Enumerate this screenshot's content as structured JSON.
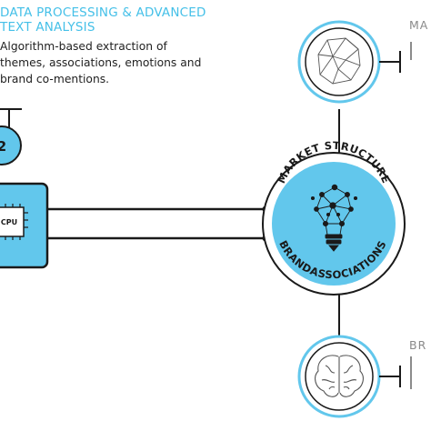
{
  "header": {
    "title_line1": "DATA PROCESSING & ADVANCED",
    "title_line2": "TEXT ANALYSIS",
    "description_lines": [
      "Algorithm-based extraction of",
      "themes, associations, emotions and",
      "brand co-mentions."
    ]
  },
  "left_node": {
    "number": "2",
    "chip_label": "CPU"
  },
  "center_circle": {
    "top_label": "MARKET STRUCTURE",
    "bottom_label": "BRANDASSOCIATIONS"
  },
  "right_top": {
    "heading": "MA",
    "icon": "geometric-brain-icon"
  },
  "right_bottom": {
    "heading": "BR",
    "icon": "brain-icon"
  },
  "colors": {
    "accent": "#45c0e8",
    "circle_fill": "#62c7ec",
    "line": "#1a1a1a",
    "text": "#1f1f1f",
    "muted": "#8a8a8a"
  }
}
